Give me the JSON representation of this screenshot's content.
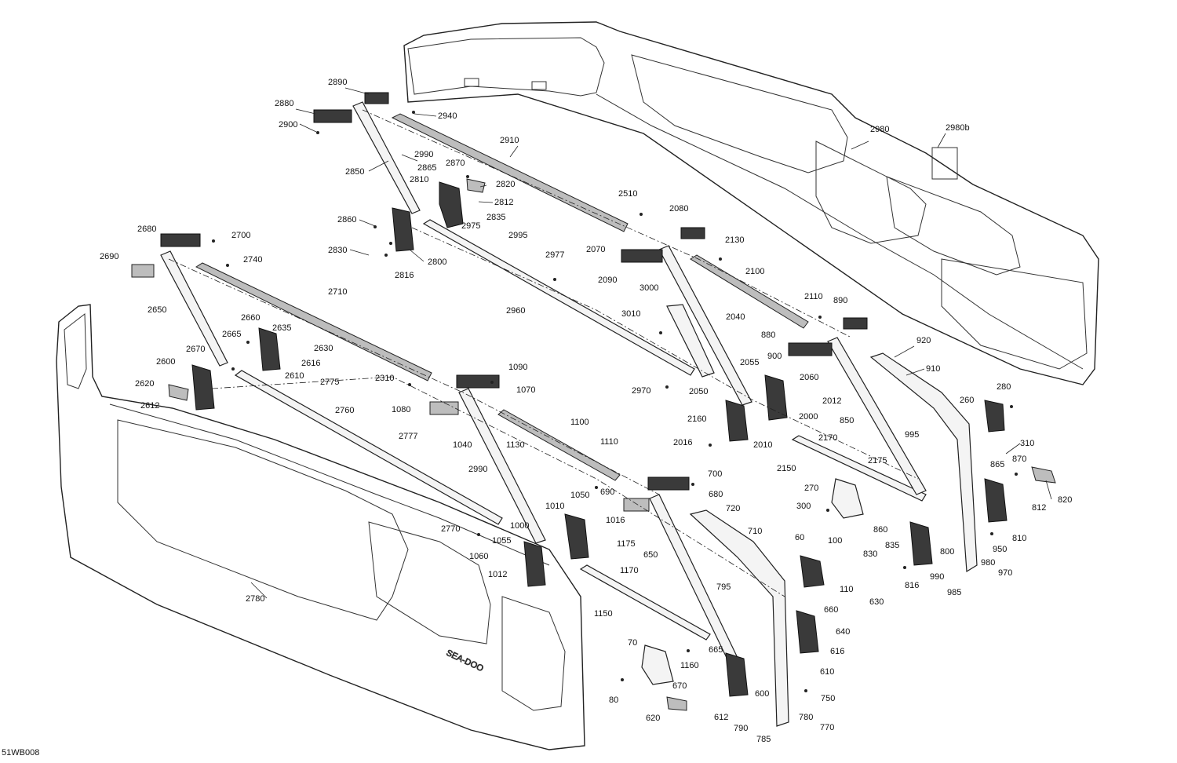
{
  "drawing_id": "51WB008",
  "logo_text": "SEA-DOO",
  "part_numbers": [
    "2890",
    "2880",
    "2900",
    "2940",
    "2910",
    "2850",
    "2990",
    "2865",
    "2870",
    "2810",
    "2820",
    "2812",
    "2835",
    "2860",
    "2975",
    "2995",
    "2830",
    "2816",
    "2800",
    "2977",
    "2960",
    "2680",
    "2700",
    "2690",
    "2740",
    "2650",
    "2710",
    "2660",
    "2665",
    "2635",
    "2630",
    "2670",
    "2616",
    "2600",
    "2610",
    "2620",
    "2612",
    "2775",
    "2310",
    "2760",
    "2777",
    "1090",
    "1070",
    "1080",
    "1100",
    "1040",
    "1130",
    "1110",
    "2990",
    "2770",
    "690",
    "1050",
    "1010",
    "1016",
    "1000",
    "1175",
    "1055",
    "1060",
    "1170",
    "1012",
    "1150",
    "2780",
    "2510",
    "2080",
    "2130",
    "2070",
    "2090",
    "2100",
    "3000",
    "3010",
    "2110",
    "890",
    "2040",
    "880",
    "900",
    "920",
    "910",
    "2055",
    "2060",
    "2970",
    "2050",
    "2012",
    "2160",
    "2000",
    "2016",
    "2010",
    "850",
    "995",
    "2170",
    "2175",
    "2150",
    "260",
    "280",
    "310",
    "870",
    "865",
    "820",
    "270",
    "300",
    "812",
    "860",
    "810",
    "835",
    "830",
    "950",
    "800",
    "980",
    "816",
    "990",
    "970",
    "985",
    "700",
    "680",
    "720",
    "710",
    "650",
    "60",
    "100",
    "110",
    "795",
    "660",
    "630",
    "640",
    "616",
    "610",
    "70",
    "665",
    "1160",
    "670",
    "600",
    "750",
    "80",
    "620",
    "612",
    "790",
    "780",
    "785",
    "770",
    "2980",
    "2980b"
  ]
}
